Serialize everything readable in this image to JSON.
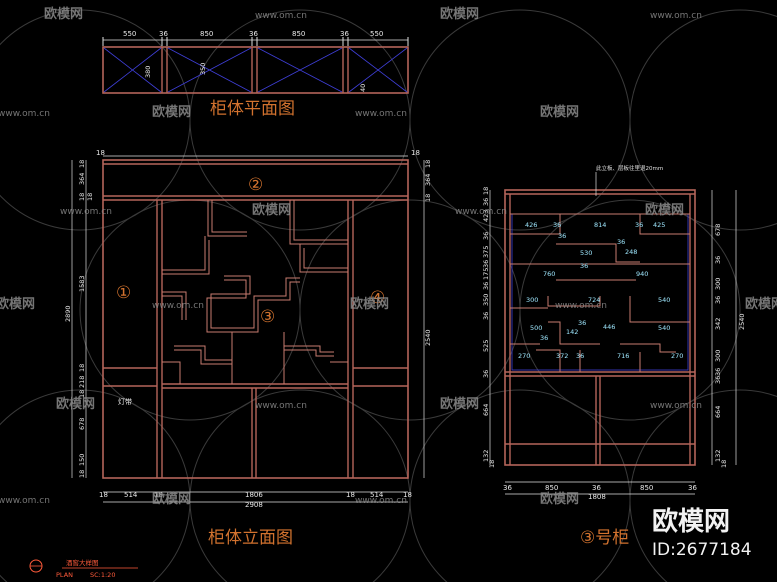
{
  "titles": {
    "plan": "柜体平面图",
    "elevation": "柜体立面图",
    "cabinet3": "③号柜"
  },
  "zones": {
    "z1": "①",
    "z2": "②",
    "z3": "③",
    "z4": "④",
    "z1_note": "灯带"
  },
  "plan_dims": {
    "top": [
      "550",
      "36",
      "850",
      "36",
      "850",
      "36",
      "550"
    ],
    "side_a": "380",
    "side_b": "350",
    "side_c": "40"
  },
  "elev_dims": {
    "top": [
      "18",
      "18"
    ],
    "left": [
      "18",
      "364",
      "18",
      "18",
      "1583",
      "2890",
      "18",
      "218",
      "18",
      "678",
      "150",
      "18"
    ],
    "right": [
      "18",
      "364",
      "18",
      "2540"
    ],
    "bottom": [
      "18",
      "514",
      "18",
      "1806",
      "18",
      "514",
      "18"
    ],
    "total": "2908"
  },
  "cab3": {
    "note": "此立板、层板往里退20mm",
    "inner": [
      "426",
      "36",
      "814",
      "36",
      "425",
      "36",
      "530",
      "248",
      "36",
      "760",
      "36",
      "940",
      "300",
      "724",
      "540",
      "500",
      "446",
      "540",
      "142",
      "36",
      "36",
      "270",
      "372",
      "36",
      "716",
      "270"
    ],
    "left": [
      "18",
      "36",
      "423",
      "36",
      "375",
      "36",
      "175",
      "36",
      "350",
      "36",
      "525",
      "36",
      "664",
      "132",
      "18"
    ],
    "right": [
      "678",
      "36",
      "300",
      "36",
      "342",
      "2540",
      "36",
      "300",
      "36",
      "664",
      "132",
      "18"
    ],
    "bottom": [
      "36",
      "850",
      "36",
      "850",
      "36"
    ],
    "total": "1808"
  },
  "stamp": {
    "title": "酒窖大样图",
    "plan": "PLAN",
    "scale": "SC:1:20"
  },
  "watermark": {
    "logo": "欧模网",
    "url": "www.om.cn"
  },
  "brand": {
    "name": "欧模网",
    "id": "ID:2677184"
  }
}
